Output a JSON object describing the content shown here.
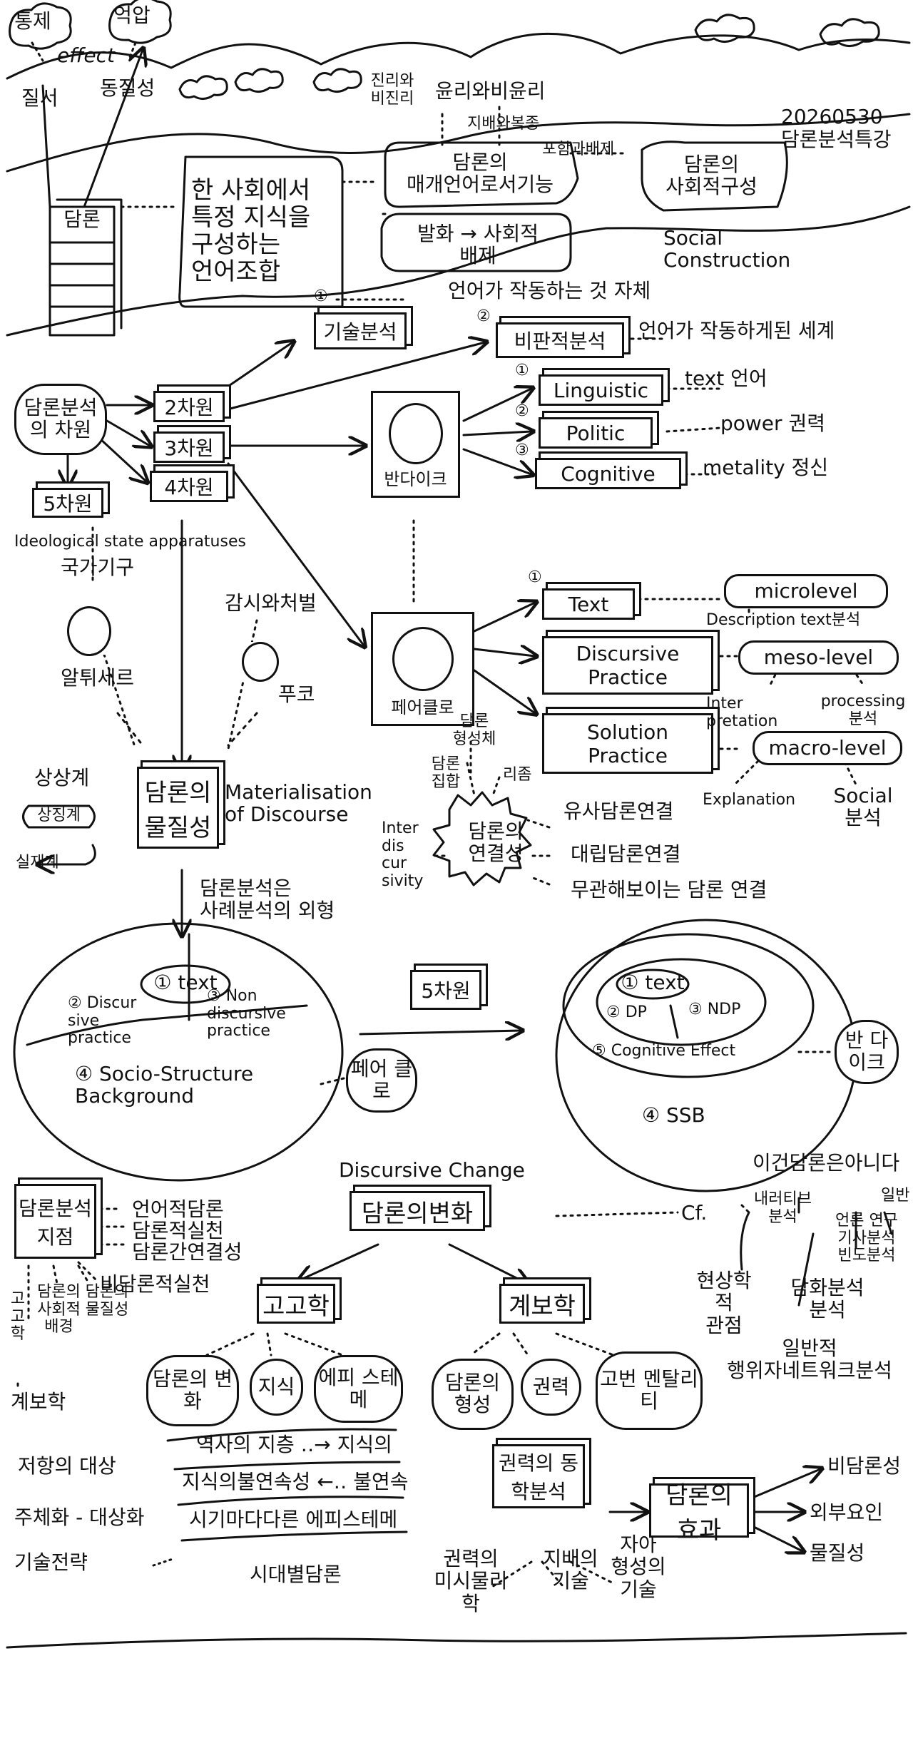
{
  "meta": {
    "date": "20260530",
    "lecture": "담론분석특강"
  },
  "top": {
    "cloud_control": "통제",
    "cloud_oppression": "억압",
    "effect": "effect",
    "order": "질서",
    "homogeneity": "동질성",
    "truth_false": "진리와\n비진리",
    "ethic": "윤리와비윤리",
    "dominance": "지배와복종",
    "inclusion": "포함과배제",
    "discourse": "담론",
    "definition": "한 사회에서\n특정 지식을\n구성하는\n언어조합",
    "medium": "담론의\n매개언어로서기능",
    "utterance": "발화 → 사회적\n배제",
    "social_construct": "담론의\n사회적구성",
    "social_construction_en": "Social\nConstruction"
  },
  "dimensions": {
    "center": "담론분석의\n차원",
    "d2": "2차원",
    "d3": "3차원",
    "d4": "4차원",
    "d5": "5차원",
    "technical": "기술분석",
    "technical_desc": "언어가 작동하는 것 자체",
    "critical": "비판적분석",
    "critical_desc": "언어가 작동하게된 세계",
    "n1": "①",
    "n2": "②",
    "n3": "③"
  },
  "vandijk": {
    "name": "반다이크",
    "linguistic": "Linguistic",
    "linguistic_desc": "text 언어",
    "politic": "Politic",
    "politic_desc": "power 권력",
    "cognitive": "Cognitive",
    "cognitive_desc": "metality 정신"
  },
  "fairclough": {
    "name": "페어클로",
    "text": "Text",
    "discursive": "Discursive\nPractice",
    "solution": "Solution\nPractice",
    "micro": "microlevel",
    "micro_desc": "Description text분석",
    "meso": "meso-level",
    "meso_a": "Inter\npretation",
    "meso_b": "processing\n분석",
    "macro": "macro-level",
    "macro_a": "Explanation",
    "macro_b": "Social\n분석"
  },
  "left_mid": {
    "isa": "Ideological state apparatuses",
    "state": "국가기구",
    "althusser": "알튀세르",
    "surveil": "감시와처벌",
    "foucault": "푸코",
    "materiality": "담론의\n물질성",
    "materiality_en": "Materialisation\nof Discourse",
    "imaginary": "상상계",
    "symbolic": "상징계",
    "real": "실재계",
    "casestudy": "담론분석은\n사례분석의 외형"
  },
  "connectivity": {
    "title": "담론의\n연결성",
    "inter": "Inter\ndis\ncur\nsivity",
    "aggregate": "담론\n집합",
    "constitute": "담론\n형성체",
    "rhizome": "리좀",
    "similar": "유사담론연결",
    "opposing": "대립담론연결",
    "unrelated": "무관해보이는 담론 연결"
  },
  "circles": {
    "left_text": "① text",
    "left_dp": "② Discur\nsive\npractice",
    "left_ndp": "③ Non\ndiscursive\npractice",
    "left_ssb": "④ Socio-Structure\nBackground",
    "fairclough_cloud": "페어\n클로",
    "d5_box": "5차원",
    "right_text": "① text",
    "right_dp": "② DP",
    "right_ndp": "③ NDP",
    "right_ce": "⑤ Cognitive Effect",
    "right_ssb": "④ SSB",
    "vandijk_cloud": "반\n다이크"
  },
  "bottom": {
    "viewpoint": "담론분석\n지점",
    "v1": "언어적담론",
    "v2": "담론적실천",
    "v3": "담론간연결성",
    "v4": "비담론적실천",
    "col1": "고\n고\n학",
    "col2": "담론의\n사회적\n배경",
    "col3": "담론의\n물질성",
    "genealogy_small": "계보학",
    "change_en": "Discursive Change",
    "change": "담론의변화",
    "cf": "Cf.",
    "not_discourse": "이건담론은아니다",
    "nd1": "내러티브\n분석",
    "nd2": "언론 연구\n기사분석\n빈도분석",
    "nd3": "일반\n",
    "nd4": "현상학적\n관점",
    "nd5": "담화분석\n분석",
    "nd6": "일반적\n행위자네트워크분석",
    "archaeology": "고고학",
    "genealogy": "계보학",
    "a1": "담론의\n변화",
    "a2": "지식",
    "a3": "에피\n스테메",
    "g1": "담론의\n형성",
    "g2": "권력",
    "g3": "고번\n멘탈리티",
    "strip1": "역사의 지층 ‥→ 지식의",
    "strip2": "지식의불연속성 ←‥ 불연속",
    "strip3": "시기마다다른 에피스테메",
    "era": "시대별담론",
    "resist": "저항의 대상",
    "subject": "주체화 - 대상화",
    "tech": "기술전략",
    "power_dyn": "권력의\n동학분석",
    "micro_pol": "권력의\n미시물리학",
    "domin_tech": "지배의\n기술",
    "self_tech": "자아\n형성의\n기술",
    "effect": "담론의\n효과",
    "e1": "비담론성",
    "e2": "외부요인",
    "e3": "물질성"
  },
  "colors": {
    "ink": "#111111",
    "paper": "#ffffff"
  }
}
